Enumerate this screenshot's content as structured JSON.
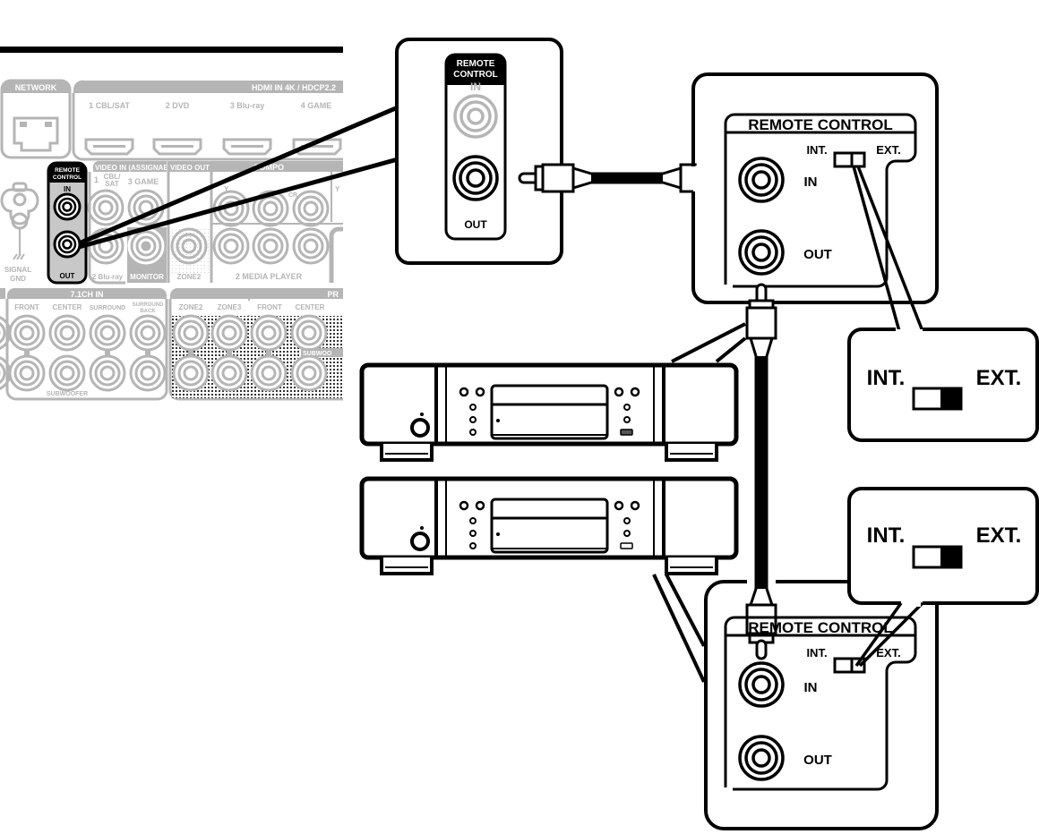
{
  "receiver_panel": {
    "network_label": "NETWORK",
    "hdmi_header": "HDMI IN  4K / HDCP2.2",
    "hdmi_inputs": [
      "1 CBL/SAT",
      "2 DVD",
      "3 Blu-ray",
      "4 GAME"
    ],
    "remote_control_label_line1": "REMOTE",
    "remote_control_label_line2": "CONTROL",
    "remote_in_label": "IN",
    "remote_out_label": "OUT",
    "video_in_label": "VIDEO IN (ASSIGNABLE)",
    "video_out_label": "VIDEO OUT",
    "component_label": "COMPO",
    "video_sub_1": "1 CBL/ SAT",
    "video_sub_3": "3 GAME",
    "video_sub_2": "2 Blu-ray",
    "monitor_label": "MONITOR",
    "zone2_label": "ZONE2",
    "media_player_label": "2  MEDIA PLAYER",
    "signal_gnd_line1": "SIGNAL",
    "signal_gnd_line2": "GND",
    "ch71_label": "7.1CH IN",
    "ch71_columns": [
      "FRONT",
      "CENTER",
      "SURROUND",
      "SURROUND BACK"
    ],
    "subwoofer_label": "SUBWOOFER",
    "preout_columns": [
      "ZONE2",
      "ZONE3",
      "FRONT",
      "CENTER"
    ],
    "subwoofer_pre_label": "SUBWOO",
    "preout_header": "PR"
  },
  "callout_receiver": {
    "title_line1": "REMOTE",
    "title_line2": "CONTROL",
    "in_label": "IN",
    "out_label": "OUT"
  },
  "device_top": {
    "panel_title": "REMOTE CONTROL",
    "int_label": "INT.",
    "ext_label": "EXT.",
    "in_label": "IN",
    "out_label": "OUT",
    "switch_position": "EXT."
  },
  "switch_callout_top": {
    "int_label": "INT.",
    "ext_label": "EXT.",
    "position": "EXT."
  },
  "device_bottom": {
    "panel_title": "REMOTE CONTROL",
    "int_label": "INT.",
    "ext_label": "EXT.",
    "in_label": "IN",
    "out_label": "OUT",
    "switch_position": "EXT."
  },
  "switch_callout_bottom": {
    "int_label": "INT.",
    "ext_label": "EXT.",
    "position": "EXT."
  },
  "colors": {
    "line": "#000000",
    "faded": "#b5b5b5",
    "background": "#ffffff"
  }
}
